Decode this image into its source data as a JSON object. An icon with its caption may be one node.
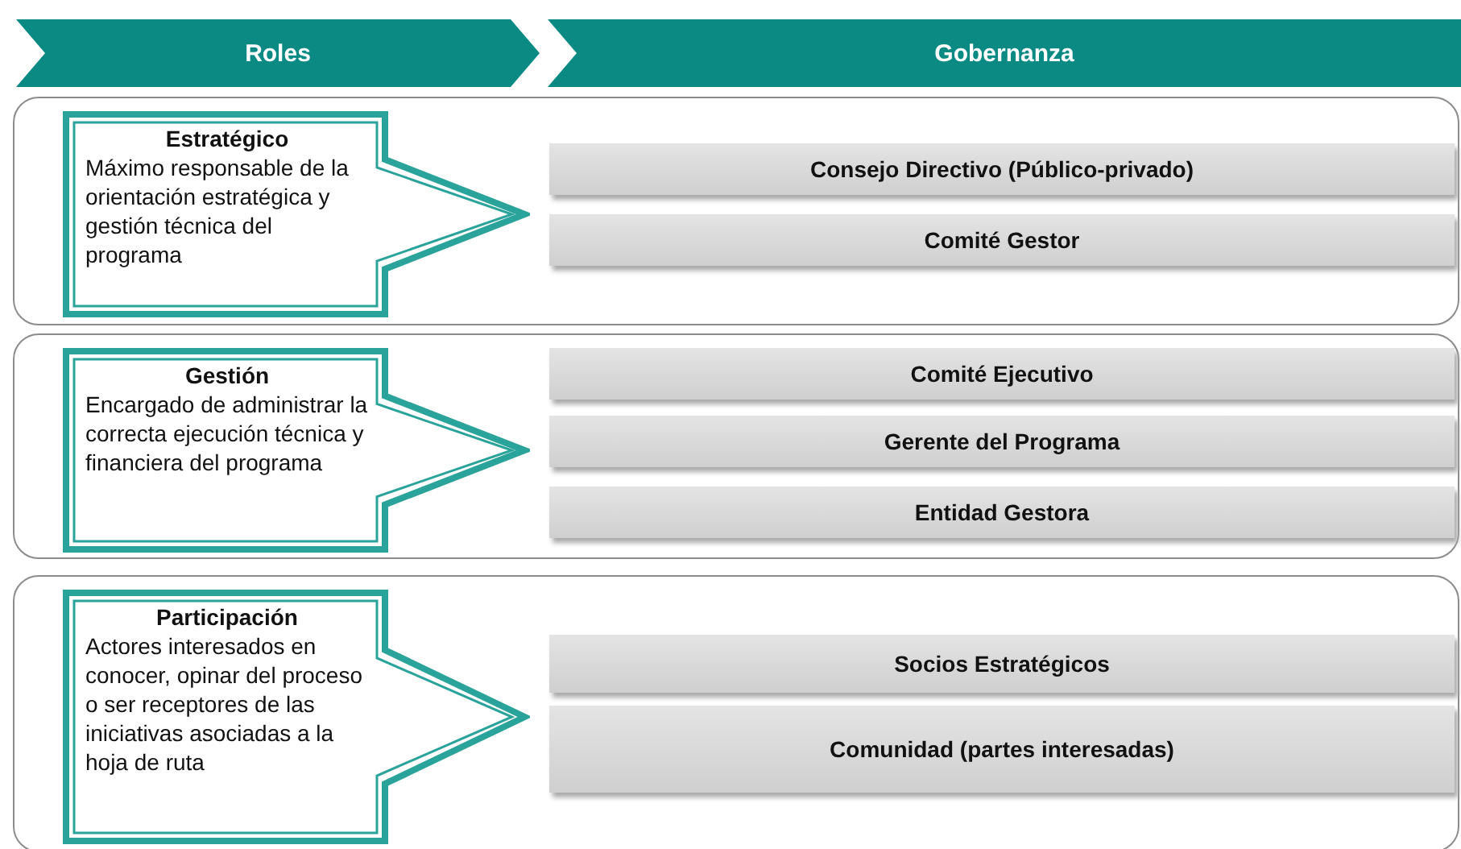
{
  "diagram": {
    "nodes": [
      {
        "text": [
          "Roles"
        ]
      },
      {
        "text": [
          "Gobernanza"
        ]
      },
      {
        "text": [],
        "shape": "box"
      },
      {
        "text": [
          "Estratégico",
          "Máximo responsable de la orientación estratégica y gestión técnica del programa"
        ],
        "in": 2
      },
      {
        "text": [
          "Consejo Directivo (Público-privado)"
        ],
        "in": 2
      },
      {
        "text": [
          "Comité Gestor"
        ],
        "in": 2
      },
      {
        "text": [],
        "shape": "box"
      },
      {
        "text": [
          "Gestión",
          "Encargado de administrar la correcta ejecución técnica y financiera del programa"
        ],
        "in": 6
      },
      {
        "text": [
          "Comité Ejecutivo"
        ],
        "in": 6
      },
      {
        "text": [
          "Gerente del Programa"
        ],
        "in": 6
      },
      {
        "text": [
          "Entidad Gestora"
        ],
        "in": 6
      },
      {
        "text": [],
        "shape": "box"
      },
      {
        "text": [
          "Participación",
          "Actores interesados en conocer, opinar del proceso o ser receptores de las iniciativas asociadas a la hoja de ruta"
        ],
        "in": 11
      },
      {
        "text": [
          "Socios Estratégicos"
        ],
        "in": 11
      },
      {
        "text": [
          "Comunidad (partes interesadas)"
        ],
        "in": 11
      }
    ]
  }
}
